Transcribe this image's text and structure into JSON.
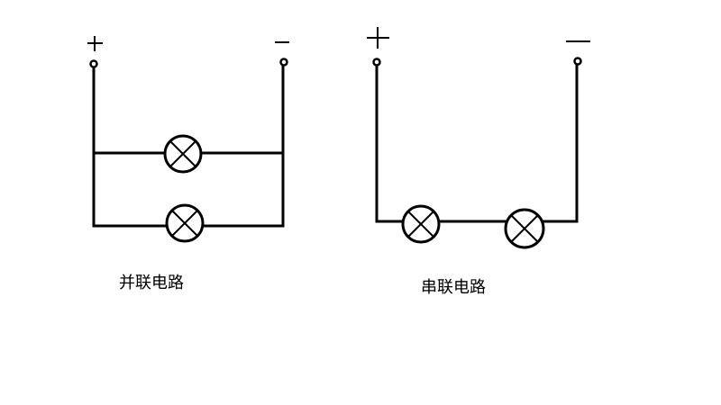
{
  "parallel_circuit": {
    "label": "并联电路",
    "positive_label": "+",
    "negative_label": "−",
    "lamp_count": 2
  },
  "series_circuit": {
    "label": "串联电路",
    "positive_label": "+",
    "negative_label": "−",
    "lamp_count": 2
  }
}
